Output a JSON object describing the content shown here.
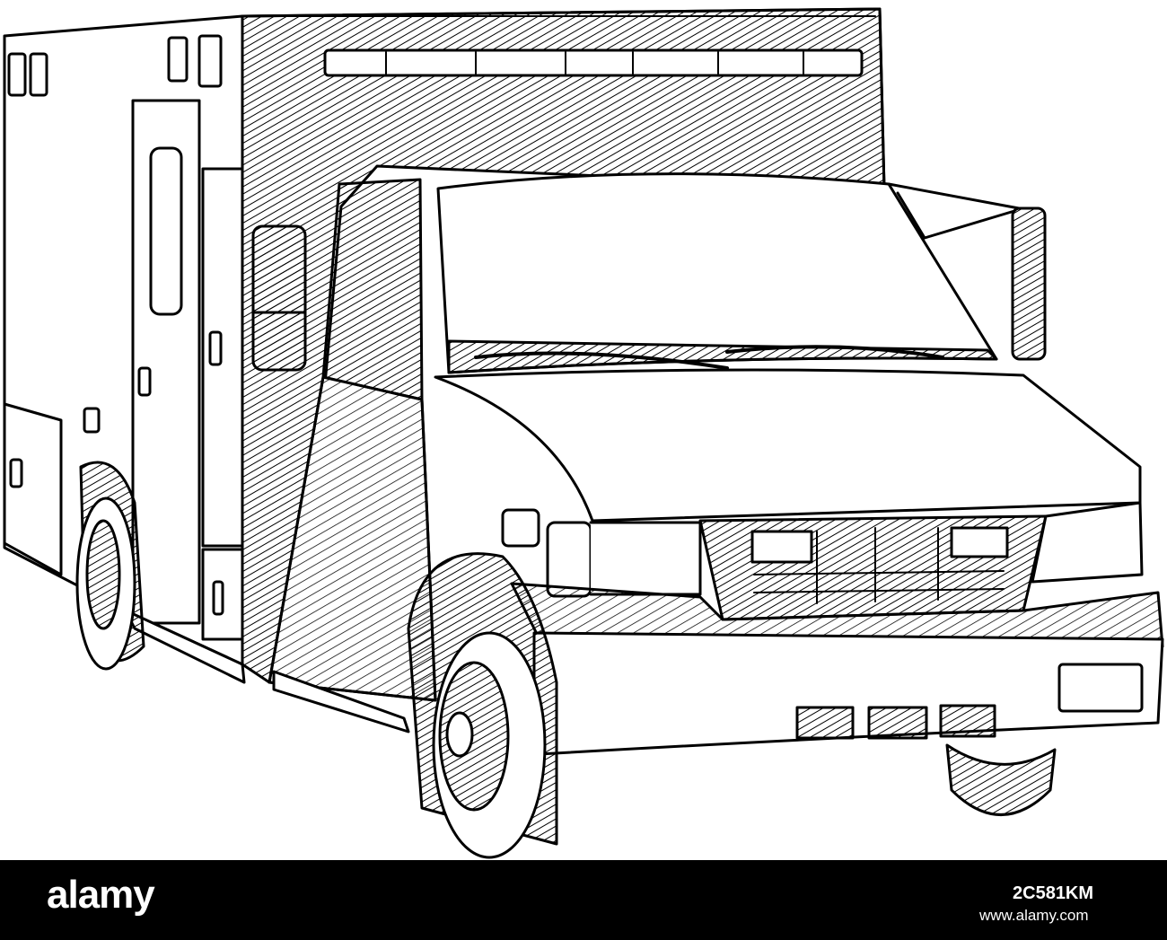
{
  "footer": {
    "logo_text": "alamy",
    "image_id": "2C581KM",
    "site_url": "www.alamy.com"
  },
  "colors": {
    "ink": "#000000",
    "paper": "#ffffff",
    "footer_background": "#000000",
    "footer_text": "#ffffff"
  }
}
